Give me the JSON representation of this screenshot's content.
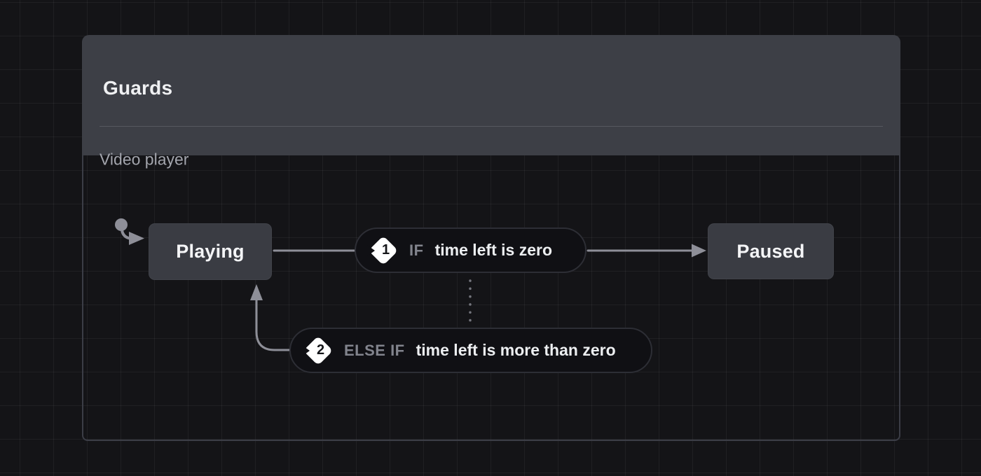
{
  "panel": {
    "title": "Guards",
    "subtitle": "Video player"
  },
  "diagram": {
    "states": [
      {
        "id": "playing",
        "label": "Playing"
      },
      {
        "id": "paused",
        "label": "Paused"
      }
    ],
    "transitions": [
      {
        "number": "1",
        "keyword": "IF",
        "condition": "time left is zero",
        "from": "Playing",
        "to": "Paused"
      },
      {
        "number": "2",
        "keyword": "ELSE IF",
        "condition": "time left is more than zero",
        "from": "Playing",
        "to": "Playing"
      }
    ]
  },
  "colors": {
    "canvas_background": "#141417",
    "grid_line": "#232329",
    "panel_header": "#3d3f46",
    "state_fill": "#3a3c43",
    "pill_fill": "#101014",
    "pill_border": "#2d2e35",
    "connector": "#8e8f98",
    "text_primary": "#eff0f2",
    "text_muted": "#a3a5ad"
  }
}
